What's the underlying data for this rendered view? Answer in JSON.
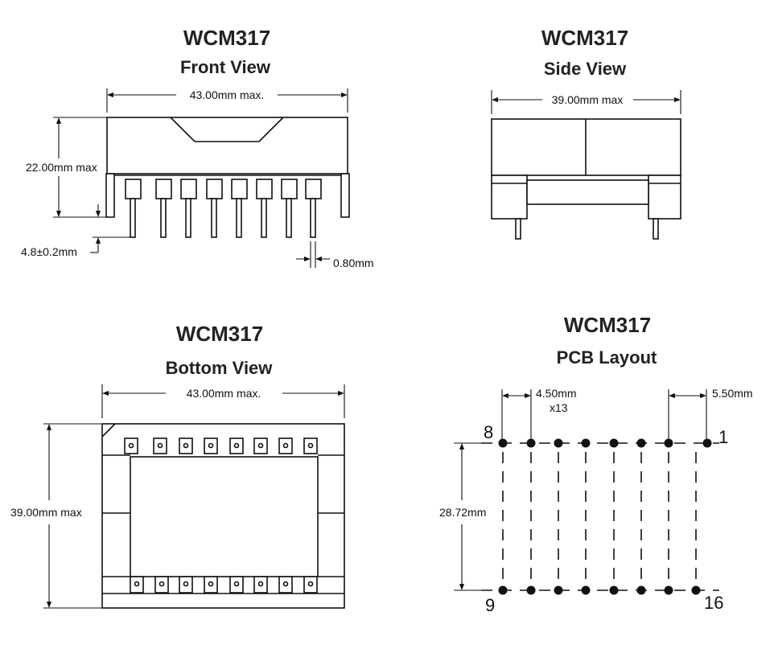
{
  "front": {
    "title": "WCM317",
    "view": "Front View",
    "width_label": "43.00mm max.",
    "height_label": "22.00mm max",
    "standoff_label": "4.8±0.2mm",
    "pin_label": "0.80mm"
  },
  "side": {
    "title": "WCM317",
    "view": "Side View",
    "width_label": "39.00mm max"
  },
  "bottom": {
    "title": "WCM317",
    "view": "Bottom View",
    "width_label": "43.00mm max.",
    "height_label": "39.00mm max"
  },
  "pcb": {
    "title": "WCM317",
    "view": "PCB Layout",
    "pitch_label": "4.50mm",
    "pitch_count": "x13",
    "edge_label": "5.50mm",
    "row_label": "28.72mm",
    "pin_top_left": "8",
    "pin_top_right": "1",
    "pin_bottom_left": "9",
    "pin_bottom_right": "16"
  },
  "colors": {
    "line": "#111111",
    "title": "#222222"
  }
}
